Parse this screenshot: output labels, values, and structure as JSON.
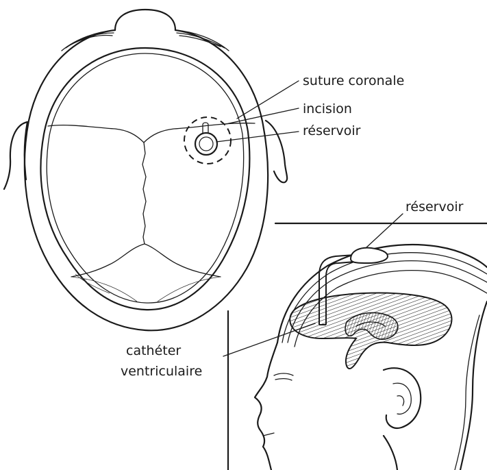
{
  "labels": {
    "suture_coronale": "suture coronale",
    "incision": "incision",
    "reservoir_top": "réservoir",
    "reservoir_side": "réservoir",
    "catheter_line1": "cathéter",
    "catheter_line2": "ventriculaire"
  },
  "colors": {
    "ink": "#1a1a1a",
    "background": "#ffffff"
  }
}
